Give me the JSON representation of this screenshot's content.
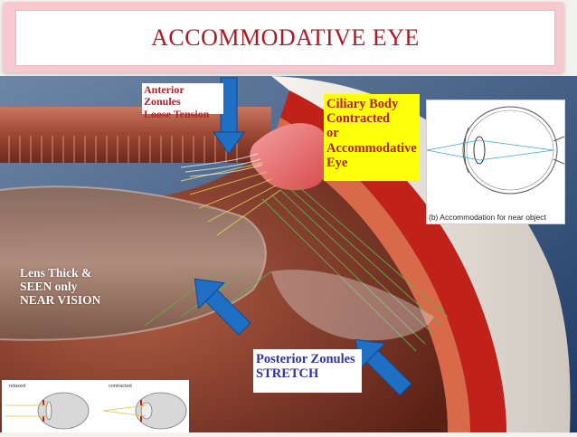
{
  "title": "ACCOMMODATIVE EYE",
  "labels": {
    "anterior": [
      "Anterior Zonules",
      "Loose Tension"
    ],
    "ciliary": [
      "Ciliary Body",
      "Contracted",
      "or",
      "Accommodative",
      "Eye"
    ],
    "lens": [
      "Lens Thick &",
      "SEEN only",
      "NEAR VISION"
    ],
    "posterior": [
      "Posterior Zonules",
      "STRETCH"
    ]
  },
  "inset": {
    "caption": "(b) Accommodation for near object"
  },
  "small_inset": {
    "relaxed": "relaxed",
    "contracted": "contracted"
  },
  "colors": {
    "title_text": "#b01722",
    "banner": "#f6c9cf",
    "label_red": "#b3202a",
    "label_blue": "#3131a6",
    "highlight_yellow": "#ffff0a",
    "arrow_blue": "#1f6fc4"
  },
  "icons": [
    "arrow-down-icon",
    "arrow-up-right-icon"
  ]
}
